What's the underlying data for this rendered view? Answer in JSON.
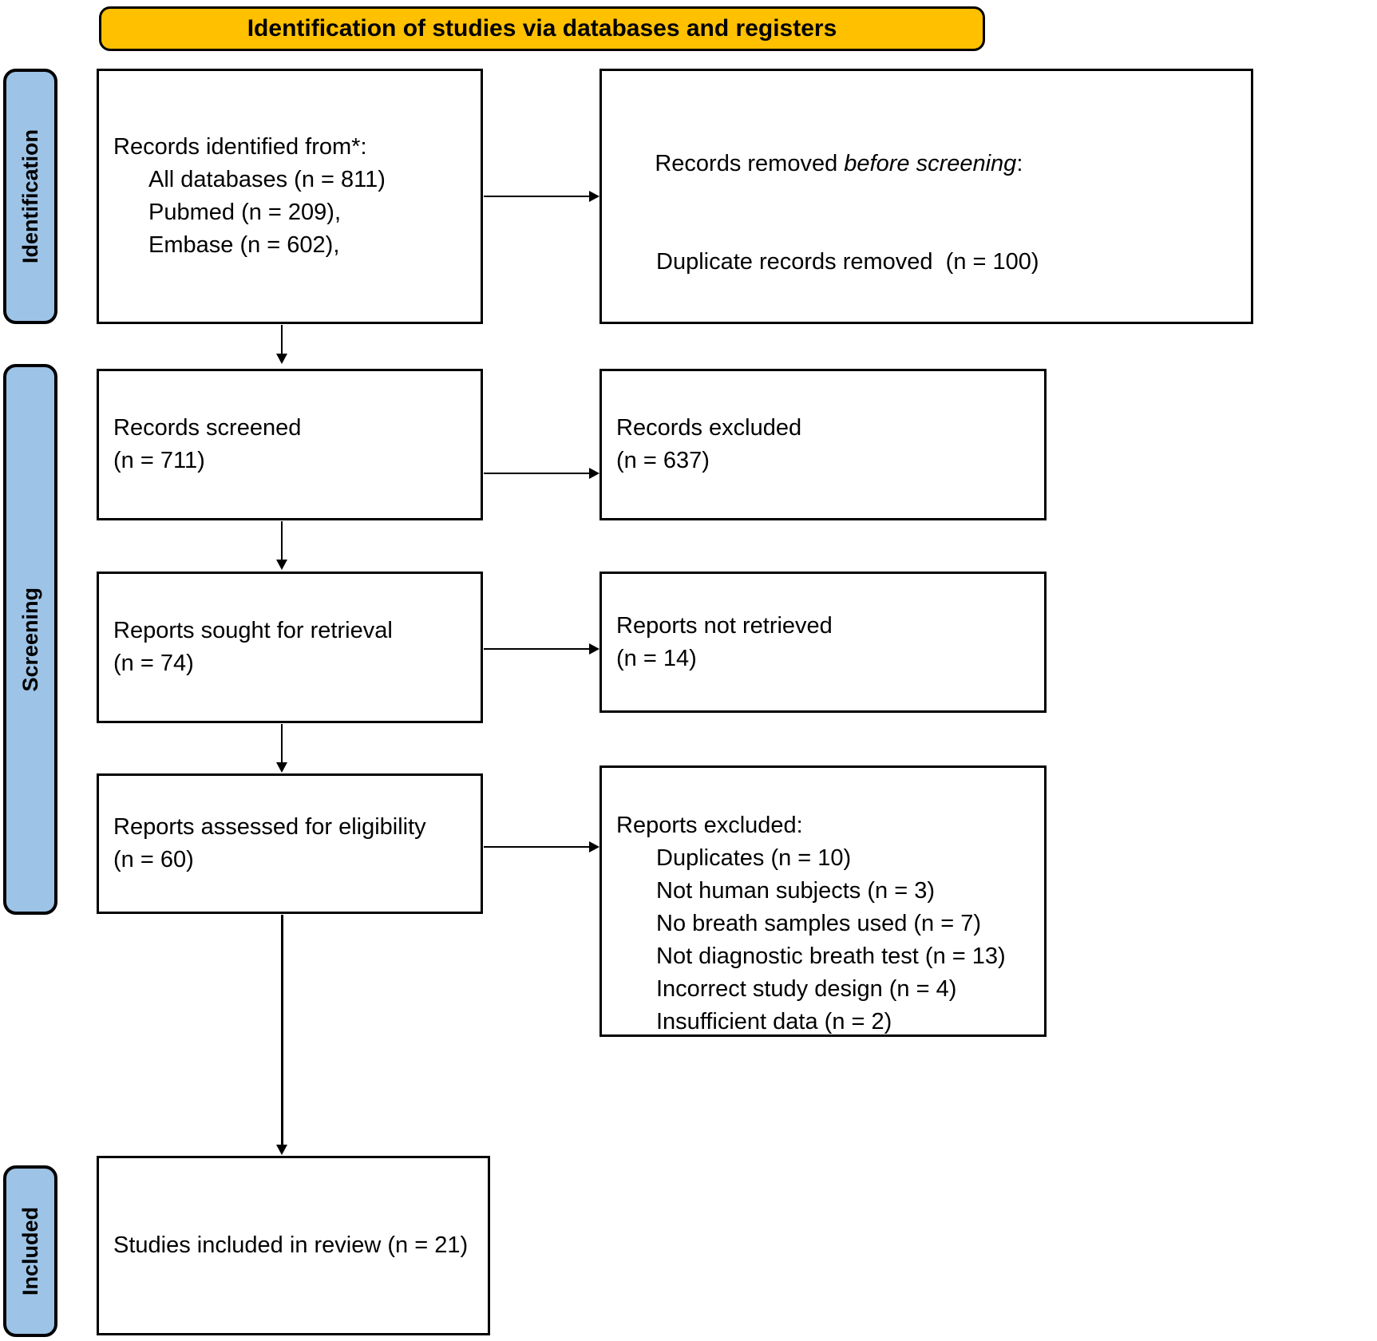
{
  "title_banner": {
    "label": "Identification of studies via databases and registers",
    "background": "#FFC000",
    "border": "#000000"
  },
  "phases": [
    {
      "id": "identification",
      "label": "Identification"
    },
    {
      "id": "screening",
      "label": "Screening"
    },
    {
      "id": "included",
      "label": "Included"
    }
  ],
  "phase_color": "#9DC3E6",
  "boxes": {
    "records_identified": {
      "lines": [
        "Records identified from*:",
        "All databases (n = 811)",
        "Pubmed (n = 209),",
        "Embase (n = 602),"
      ]
    },
    "records_removed": {
      "heading_prefix": "Records removed ",
      "heading_italic": "before screening",
      "heading_suffix": ":",
      "lines": [
        "Duplicate records removed  (n = 100)"
      ]
    },
    "records_screened": {
      "lines": [
        "Records screened",
        "(n = 711)"
      ]
    },
    "records_excluded": {
      "lines": [
        "Records excluded",
        "(n = 637)"
      ]
    },
    "reports_sought": {
      "lines": [
        "Reports sought for retrieval",
        "(n = 74)"
      ]
    },
    "reports_not_retrieved": {
      "lines": [
        "Reports not retrieved",
        "(n = 14)"
      ]
    },
    "reports_assessed": {
      "lines": [
        "Reports assessed for eligibility",
        "(n = 60)"
      ]
    },
    "reports_excluded": {
      "heading": "Reports excluded:",
      "reasons": [
        "Duplicates (n = 10)",
        "Not human subjects (n = 3)",
        "No breath samples used (n = 7)",
        "Not diagnostic breath test (n = 13)",
        "Incorrect study design (n = 4)",
        "Insufficient data (n = 2)"
      ]
    },
    "studies_included": {
      "lines": [
        "Studies included in review (n = 21)"
      ]
    }
  }
}
